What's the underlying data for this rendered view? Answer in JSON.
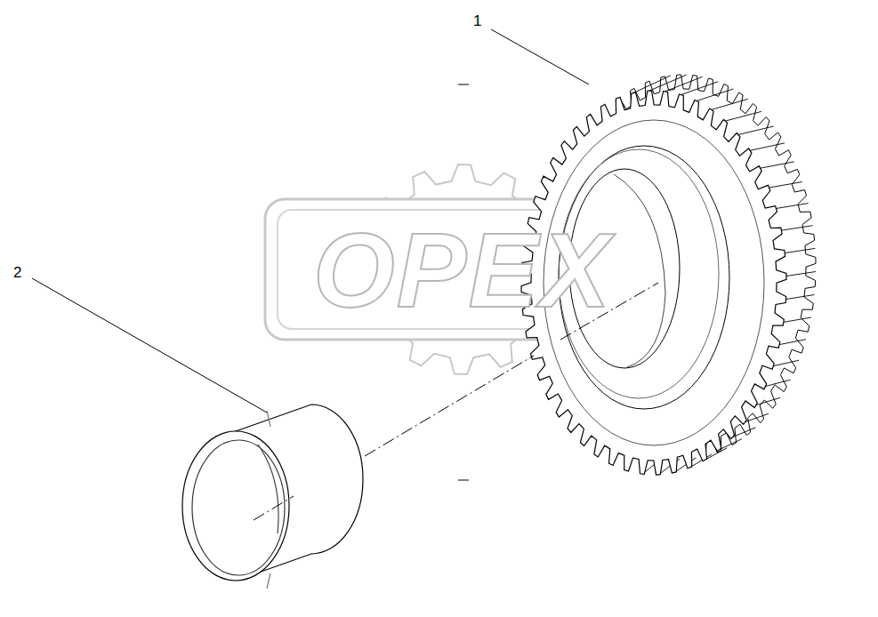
{
  "diagram": {
    "labels": [
      "1",
      "2",
      "OPEX"
    ]
  }
}
